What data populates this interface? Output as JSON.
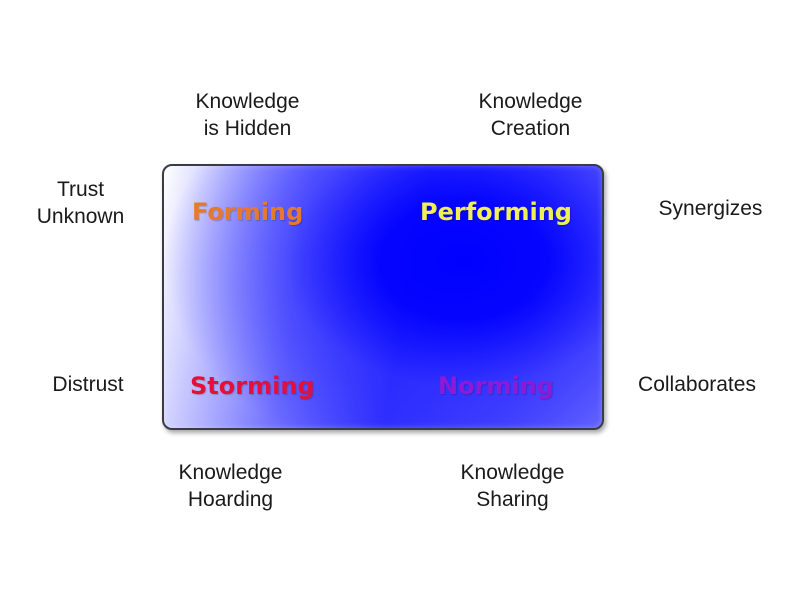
{
  "axis_labels": {
    "top_left": [
      "Knowledge",
      "is Hidden"
    ],
    "top_right": [
      "Knowledge",
      "Creation"
    ],
    "left_top": [
      "Trust",
      "Unknown"
    ],
    "left_bottom": [
      "Distrust"
    ],
    "right_top": [
      "Synergizes"
    ],
    "right_bottom": [
      "Collaborates"
    ],
    "bottom_left": [
      "Knowledge",
      "Hoarding"
    ],
    "bottom_right": [
      "Knowledge",
      "Sharing"
    ]
  },
  "quadrants": {
    "top_left": "Forming",
    "top_right": "Performing",
    "bottom_left": "Storming",
    "bottom_right": "Norming"
  },
  "colors": {
    "forming": "#e8792a",
    "performing": "#f0ef56",
    "storming": "#e5103a",
    "norming": "#8c1ad6",
    "box_center": "#0000ff",
    "box_edge": "#ffffff"
  }
}
